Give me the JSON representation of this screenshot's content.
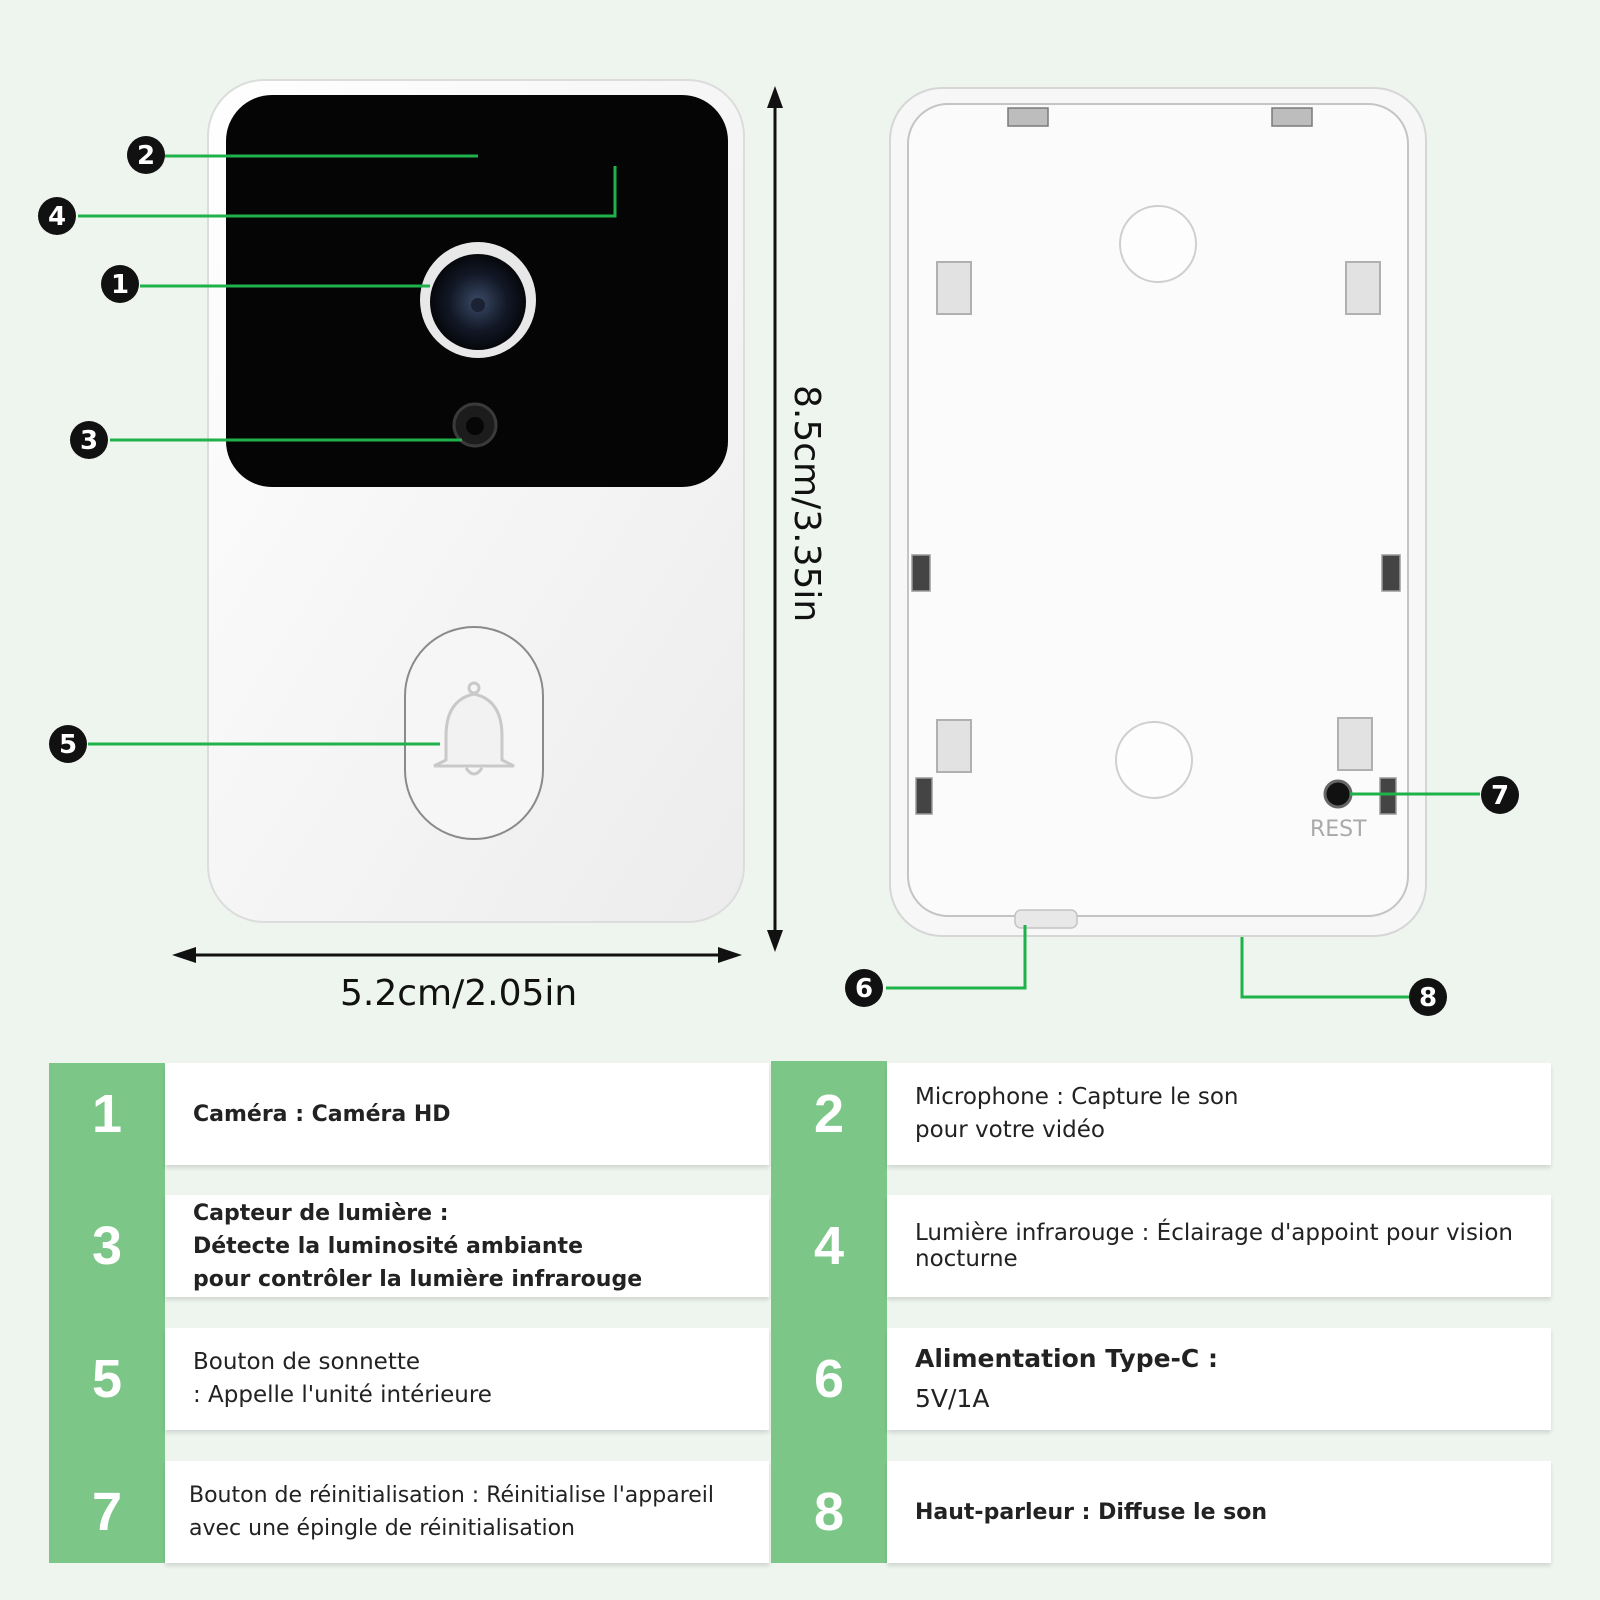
{
  "dimensions": {
    "height_label": "8.5cm/3.35in",
    "width_label": "5.2cm/2.05in"
  },
  "back_view": {
    "reset_label": "REST"
  },
  "callouts": [
    "1",
    "2",
    "3",
    "4",
    "5",
    "6",
    "7",
    "8"
  ],
  "legend": [
    {
      "num": "1",
      "lines": [
        "Caméra : Caméra HD"
      ]
    },
    {
      "num": "2",
      "lines": [
        "Microphone : Capture le son",
        "pour votre vidéo"
      ]
    },
    {
      "num": "3",
      "lines": [
        "Capteur de lumière :",
        "Détecte la luminosité ambiante",
        "pour contrôler la lumière infrarouge"
      ]
    },
    {
      "num": "4",
      "lines": [
        "Lumière infrarouge : Éclairage d'appoint pour vision",
        "nocturne"
      ]
    },
    {
      "num": "5",
      "lines": [
        "Bouton de sonnette",
        ": Appelle l'unité intérieure"
      ]
    },
    {
      "num": "6",
      "lines": [
        "Alimentation Type-C :",
        "5V/1A"
      ]
    },
    {
      "num": "7",
      "lines": [
        "Bouton de réinitialisation : Réinitialise l'appareil",
        "avec une épingle de réinitialisation"
      ]
    },
    {
      "num": "8",
      "lines": [
        "Haut-parleur : Diffuse le son"
      ]
    }
  ],
  "colors": {
    "accent_green": "#7cc787",
    "callout_line": "#1db24a",
    "background": "#eef5ef"
  }
}
